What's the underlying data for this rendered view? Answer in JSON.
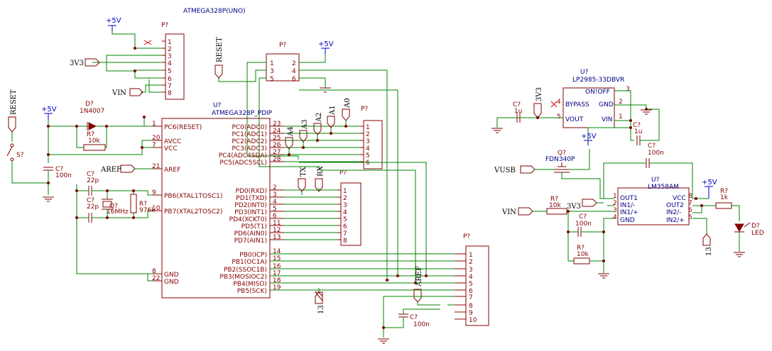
{
  "title": "ATMEGA328P(UNO)",
  "labels": {
    "p_ref": "P?",
    "c_ref": "C?",
    "r_ref": "R?",
    "u_ref": "U?",
    "d_ref": "D?",
    "q_ref": "Q?",
    "s_ref": "S?",
    "plus5v": "+5V",
    "v3v3": "3V3",
    "vin": "VIN",
    "vusb": "VUSB",
    "reset": "RESET",
    "aref": "AREF",
    "a0": "A0",
    "a1": "A1",
    "a2": "A2",
    "a3": "A3",
    "a4": "A4",
    "tx": "TX",
    "rx": "RX",
    "n13": "13"
  },
  "mcu": {
    "ref": "U?",
    "name": "ATMEGA328P_PDIP",
    "left_pins": [
      {
        "num": "1",
        "name": "PC6(RESET)"
      },
      {
        "num": "20",
        "name": "AVCC"
      },
      {
        "num": "7",
        "name": "VCC"
      },
      {
        "num": "21",
        "name": "AREF"
      },
      {
        "num": "9",
        "name": "PB6(XTAL1TOSC1)"
      },
      {
        "num": "10",
        "name": "PB7(XTAL2TOSC2)"
      },
      {
        "num": "8",
        "name": "GND"
      },
      {
        "num": "22",
        "name": "GND"
      }
    ],
    "right_pins": [
      {
        "num": "23",
        "name": "PC0(ADC0)"
      },
      {
        "num": "24",
        "name": "PC1(ADC1)"
      },
      {
        "num": "25",
        "name": "PC2(ADC2)"
      },
      {
        "num": "26",
        "name": "PC3(ADC3)"
      },
      {
        "num": "27",
        "name": "PC4(ADC4SDA)"
      },
      {
        "num": "28",
        "name": "PC5(ADC5SCL)"
      },
      {
        "num": "2",
        "name": "PD0(RXD)"
      },
      {
        "num": "3",
        "name": "PD1(TXD)"
      },
      {
        "num": "4",
        "name": "PD2(INT0)"
      },
      {
        "num": "5",
        "name": "PD3(INT1)"
      },
      {
        "num": "6",
        "name": "PD4(XCKT0)"
      },
      {
        "num": "11",
        "name": "PD5(T1)"
      },
      {
        "num": "12",
        "name": "PD6(AIN0)"
      },
      {
        "num": "13",
        "name": "PD7(AIN1)"
      },
      {
        "num": "14",
        "name": "PB0(ICP)"
      },
      {
        "num": "15",
        "name": "PB1(OC1A)"
      },
      {
        "num": "16",
        "name": "PB2(SSOC1B)"
      },
      {
        "num": "17",
        "name": "PB3(MOSIOC2)"
      },
      {
        "num": "18",
        "name": "PB4(MISO)"
      },
      {
        "num": "19",
        "name": "PB5(SCK)"
      }
    ]
  },
  "headers": {
    "power_pins": [
      "1",
      "2",
      "3",
      "4",
      "5",
      "6",
      "7",
      "8"
    ],
    "icsp_left": [
      "1",
      "3",
      "5"
    ],
    "icsp_right": [
      "2",
      "4",
      "6"
    ],
    "analog_pins": [
      "1",
      "2",
      "3",
      "4",
      "5",
      "6"
    ],
    "digital_low": [
      "1",
      "2",
      "3",
      "4",
      "5",
      "6",
      "7",
      "8"
    ],
    "digital_high": [
      "1",
      "2",
      "3",
      "4",
      "5",
      "6",
      "7",
      "8",
      "9",
      "10"
    ]
  },
  "parts": {
    "d1_value": "1N4007",
    "r_reset_value": "10k",
    "c_avcc_value": "100n",
    "c_xtal1_value": "22p",
    "c_xtal2_value": "22p",
    "xtal_value": "16MHz",
    "r_xtal_value": "976k",
    "c_aref_value": "100n",
    "ldo_name": "LP2985-33DBVR",
    "ldo_pins": [
      {
        "num": "3",
        "name": "ON!OFF"
      },
      {
        "num": "4",
        "name": "BYPASS"
      },
      {
        "num": "2",
        "name": "GND"
      },
      {
        "num": "5",
        "name": "VOUT"
      },
      {
        "num": "1",
        "name": "VIN"
      }
    ],
    "c_ldo_out_value": "1u",
    "c_ldo_in_value": "1u",
    "c_bulk_value": "100n",
    "mosfet_name": "FDN340P",
    "opamp_name": "LM358AM",
    "opamp_pins": [
      {
        "num": "1",
        "name": "OUT1"
      },
      {
        "num": "2",
        "name": "IN1/-"
      },
      {
        "num": "3",
        "name": "IN1/+"
      },
      {
        "num": "4",
        "name": "GND"
      },
      {
        "num": "8",
        "name": "VCC"
      },
      {
        "num": "7",
        "name": "OUT2"
      },
      {
        "num": "6",
        "name": "IN2/-"
      },
      {
        "num": "5",
        "name": "IN2/+"
      }
    ],
    "r_vin1_value": "10k",
    "c_div_value": "100n",
    "r_vin2_value": "10k",
    "r_led_value": "1k",
    "led_label": "LED"
  }
}
